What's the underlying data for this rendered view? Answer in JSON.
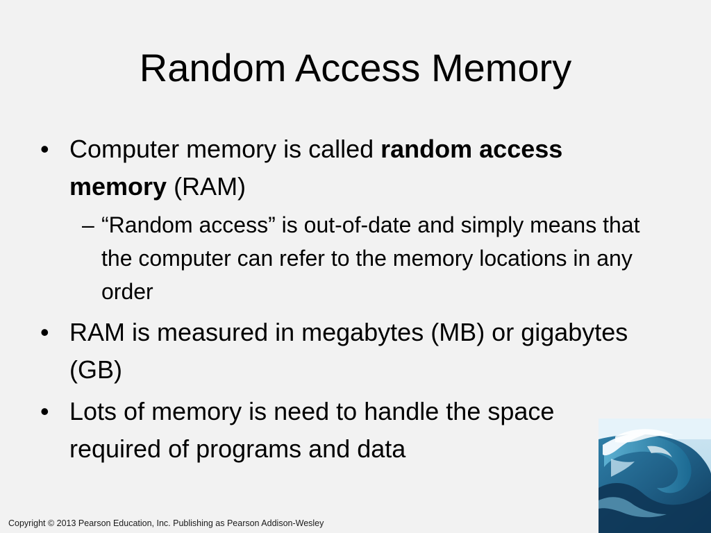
{
  "slide": {
    "title": "Random Access Memory",
    "bullets": [
      {
        "marker": "•",
        "text_pre": "Computer memory is called ",
        "text_bold": "random access memory",
        "text_post": " (RAM)",
        "sub": {
          "marker": "–",
          "text": "“Random access” is out-of-date and simply means that the computer can refer to the memory locations in any order"
        }
      },
      {
        "marker": "•",
        "text": "RAM is measured in megabytes (MB) or gigabytes (GB)"
      },
      {
        "marker": "•",
        "text": "Lots of memory is need to handle the space required of programs and data"
      }
    ],
    "decor_image": "ocean-wave-image",
    "footer": "Copyright © 2013 Pearson Education, Inc. Publishing as Pearson Addison-Wesley"
  }
}
